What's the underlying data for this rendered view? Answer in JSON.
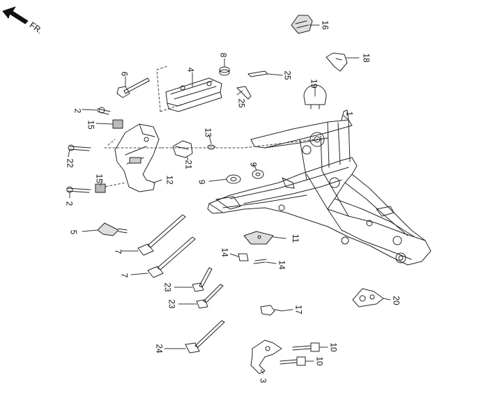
{
  "direction": {
    "text": "FR."
  },
  "labels": {
    "l1": "1",
    "l2a": "2",
    "l2b": "2",
    "l3": "3",
    "l4": "4",
    "l5": "5",
    "l6": "6",
    "l7a": "7",
    "l7b": "7",
    "l8": "8",
    "l9a": "9",
    "l9b": "9",
    "l10a": "10",
    "l10b": "10",
    "l11": "11",
    "l12": "12",
    "l13": "13",
    "l14a": "14",
    "l14b": "14",
    "l15a": "15",
    "l15b": "15",
    "l16": "16",
    "l17": "17",
    "l18": "18",
    "l19": "19",
    "l20": "20",
    "l21": "21",
    "l22": "22",
    "l23a": "23",
    "l23b": "23",
    "l24": "24",
    "l25a": "25",
    "l25b": "25"
  }
}
